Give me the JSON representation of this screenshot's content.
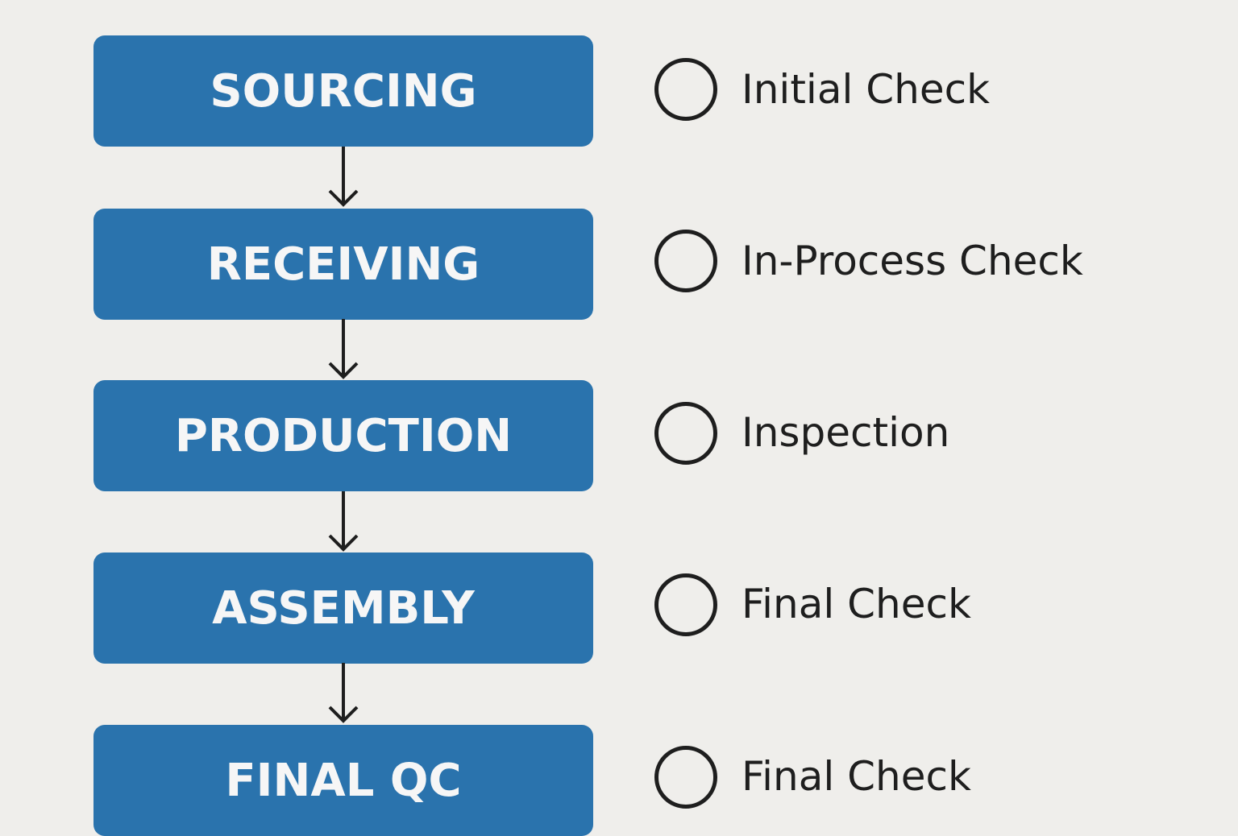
{
  "stages": [
    {
      "label": "SOURCING"
    },
    {
      "label": "RECEIVING"
    },
    {
      "label": "PRODUCTION"
    },
    {
      "label": "ASSEMBLY"
    },
    {
      "label": "FINAL QC"
    }
  ],
  "checks": [
    {
      "label": "Initial Check",
      "icon": "empty-circle-icon"
    },
    {
      "label": "In-Process Check",
      "icon": "empty-circle-icon"
    },
    {
      "label": "Inspection",
      "icon": "empty-circle-icon"
    },
    {
      "label": "Final Check",
      "icon": "empty-circle-icon"
    },
    {
      "label": "Final Check",
      "icon": "empty-circle-icon"
    }
  ],
  "colors": {
    "stage_fill": "#2a73ad",
    "stage_text": "#f6f6f6",
    "background": "#efeeeb",
    "ink": "#1e1e1e"
  }
}
